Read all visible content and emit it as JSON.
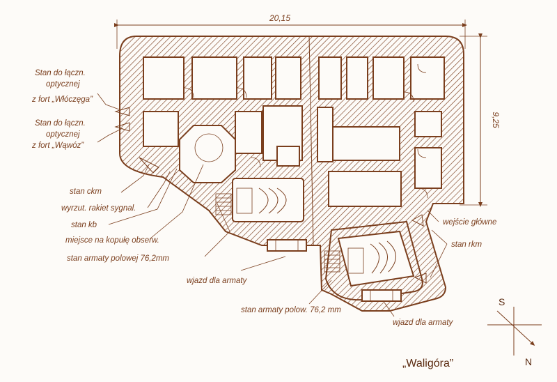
{
  "title": "„Waligóra”",
  "dimensions": {
    "width": "20,15",
    "depth": "9,25"
  },
  "compass": {
    "south": "S",
    "north": "N"
  },
  "labels": {
    "optic_wloczega_1": "Stan do łączn.",
    "optic_wloczega_2": "optycznej",
    "optic_wloczega_3": "z fort „Włóczęga”",
    "optic_wawoz_1": "Stan do łączn.",
    "optic_wawoz_2": "optycznej",
    "optic_wawoz_3": "z fort „Wąwóz”",
    "ckm": "stan ckm",
    "rockets": "wyrzut. rakiet sygnal.",
    "kb": "stan kb",
    "cupola": "miejsce na kopułę obserw.",
    "gun_left": "stan armaty polowej 76,2mm",
    "entry_gun_left": "wjazd dla armaty",
    "gun_right": "stan armaty polow. 76,2 mm",
    "entry_gun_right": "wjazd dla armaty",
    "main_entrance": "wejście główne",
    "rkm": "stan rkm"
  },
  "colors": {
    "ink": "#7a3e1d",
    "paper": "#fdfbf8"
  }
}
